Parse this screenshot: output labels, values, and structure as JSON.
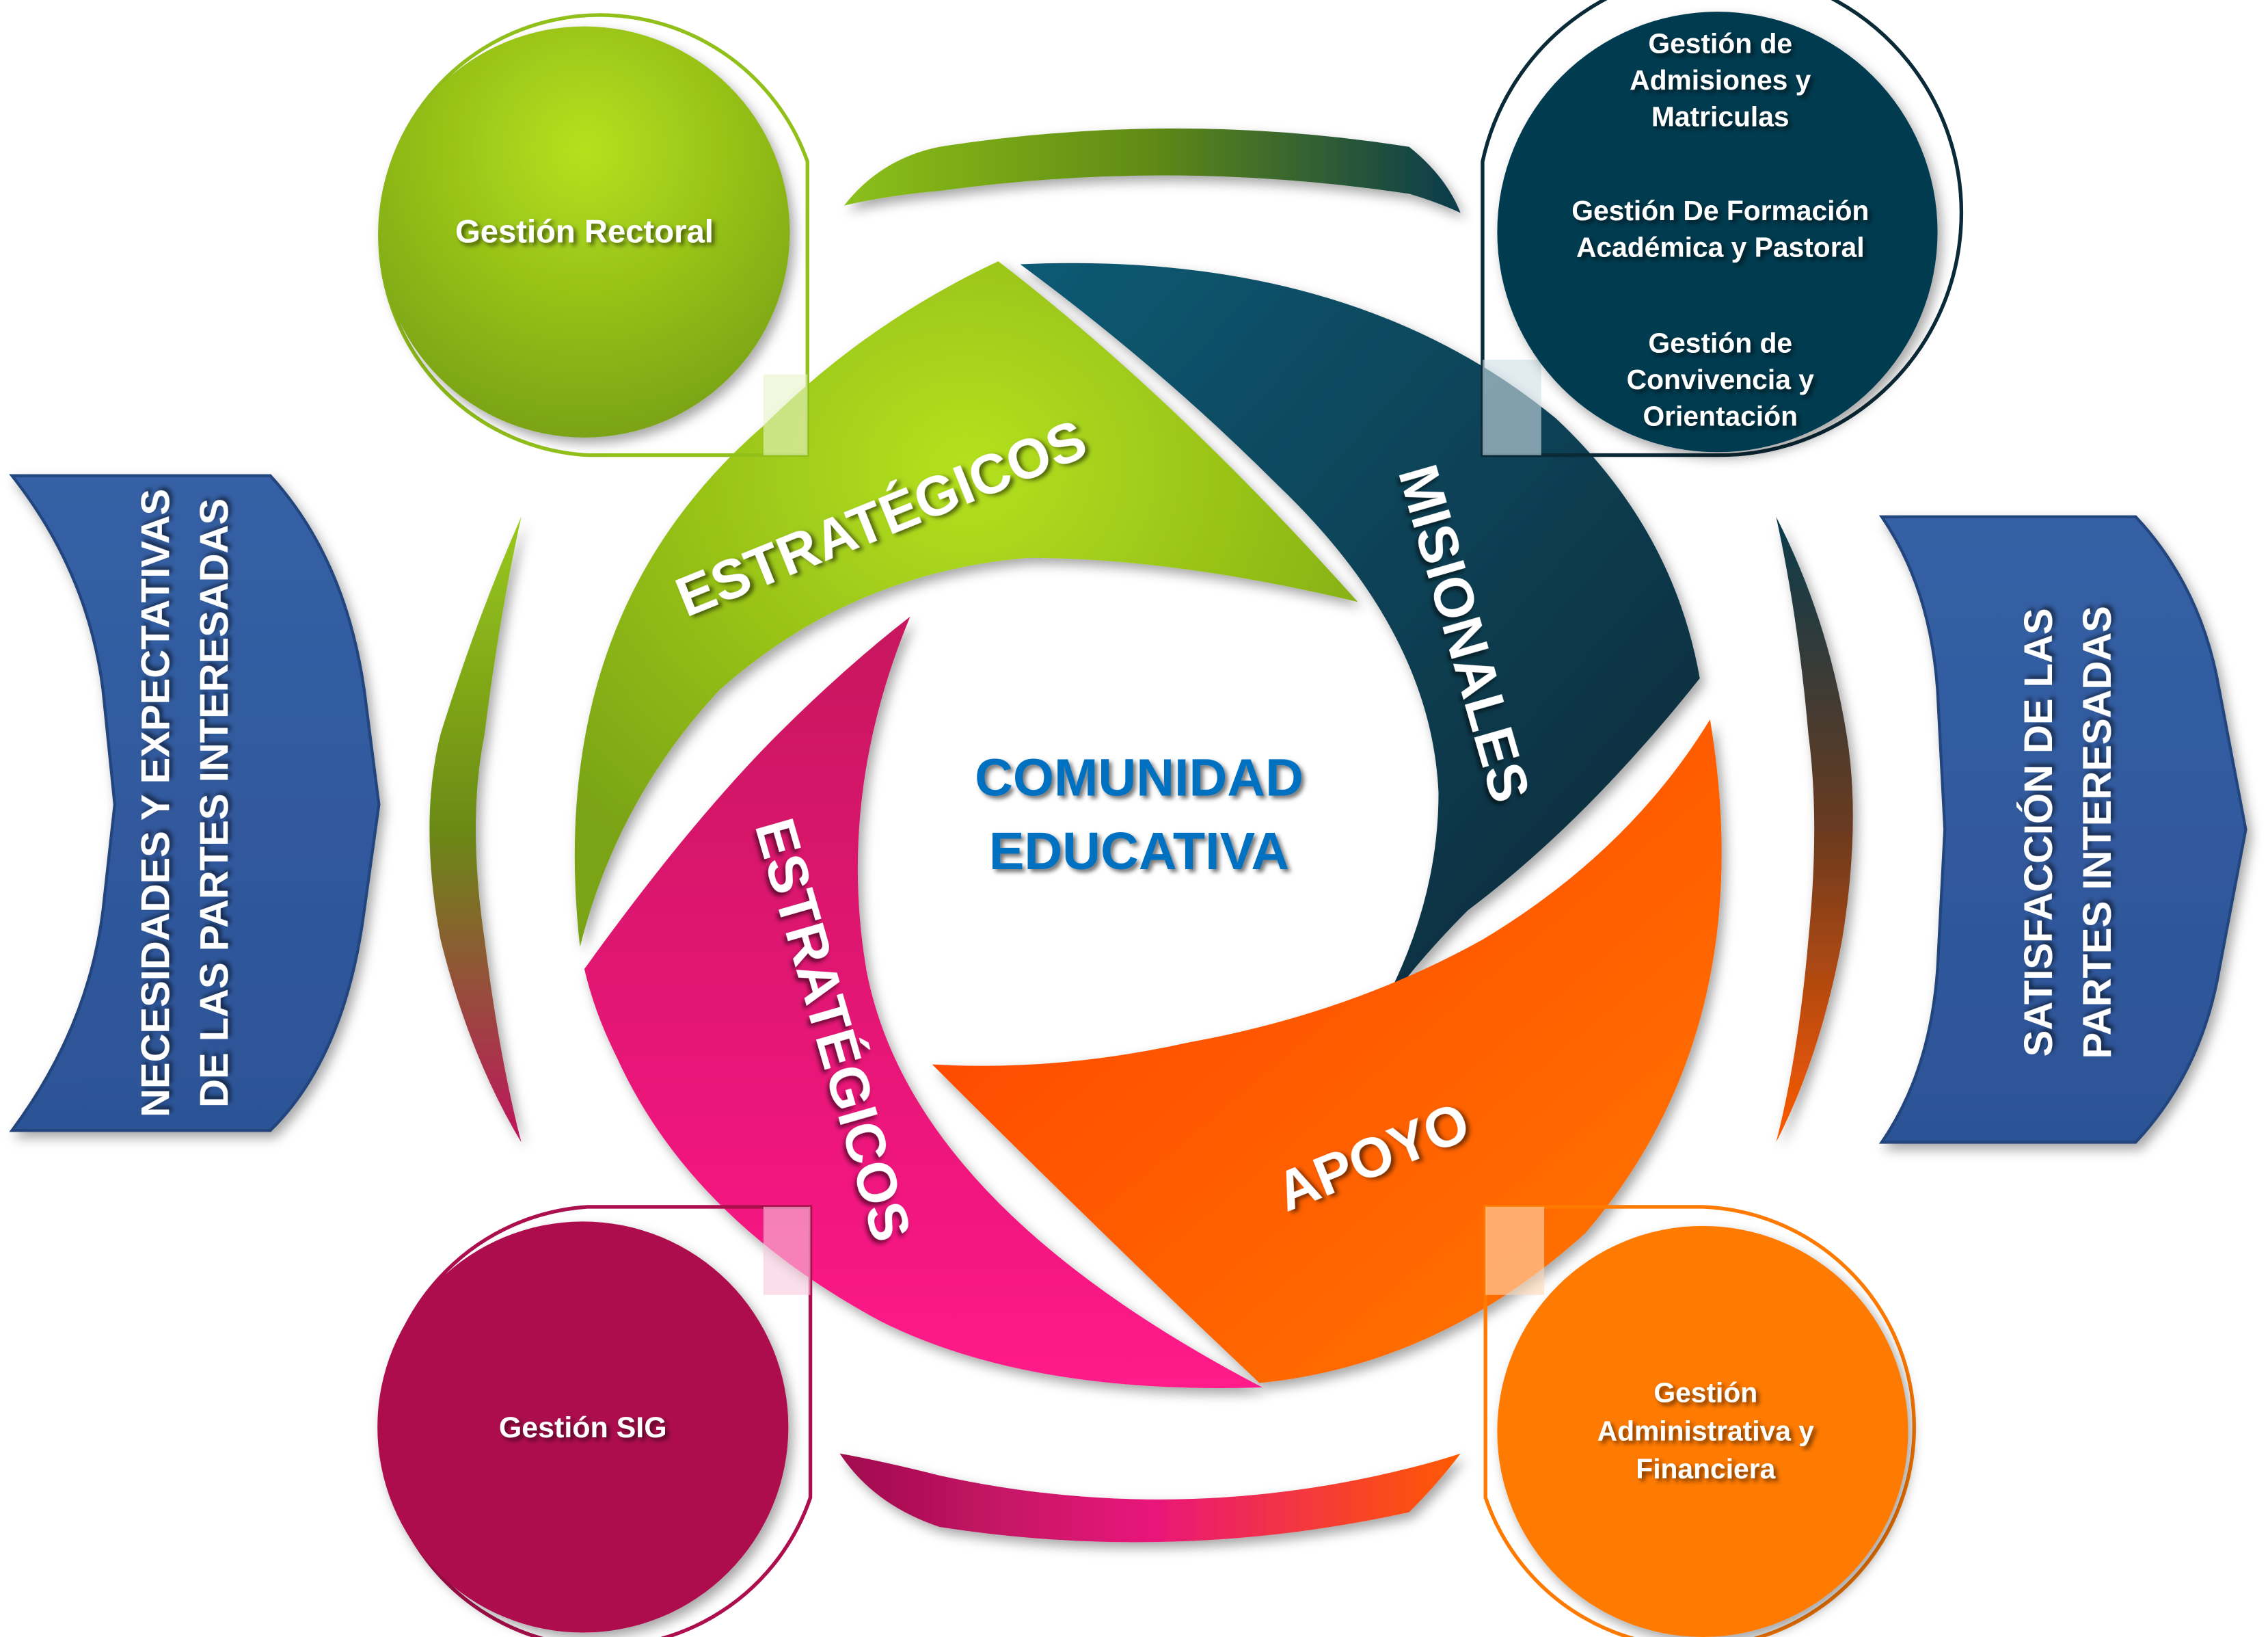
{
  "center": {
    "line1": "COMUNIDAD",
    "line2": "EDUCATIVA",
    "color": "#0070c0"
  },
  "segments": [
    {
      "id": "strategic-top",
      "label": "ESTRATÉGICOS",
      "color": "#92c01a"
    },
    {
      "id": "missional",
      "label": "MISIONALES",
      "color": "#0d4a60"
    },
    {
      "id": "support",
      "label": "APOYO",
      "color": "#ff5a00"
    },
    {
      "id": "strategic-bottom",
      "label": "ESTRATÉGICOS",
      "color": "#e8167a"
    }
  ],
  "circles": {
    "rectoral": {
      "label": "Gestión Rectoral",
      "color": "#96c31e"
    },
    "missional": {
      "lines": [
        "Gestión de",
        "Admisiones y",
        "Matriculas",
        "Gestión De Formación",
        "Académica y Pastoral",
        "Gestión de",
        "Convivencia y",
        "Orientación"
      ],
      "color": "#043a4f"
    },
    "sig": {
      "label": "Gestión SIG",
      "color": "#ad0f4e"
    },
    "admin": {
      "lines": [
        "Gestión",
        "Administrativa y",
        "Financiera"
      ],
      "color": "#ff7a00"
    }
  },
  "input_arrow": {
    "line1": "NECESIDADES Y EXPECTATIVAS",
    "line2": "DE LAS PARTES INTERESADAS",
    "color": "#2f559b"
  },
  "output_arrow": {
    "line1": "SATISFACCIÓN DE LAS",
    "line2": "PARTES INTERESADAS",
    "color": "#2f559b"
  }
}
